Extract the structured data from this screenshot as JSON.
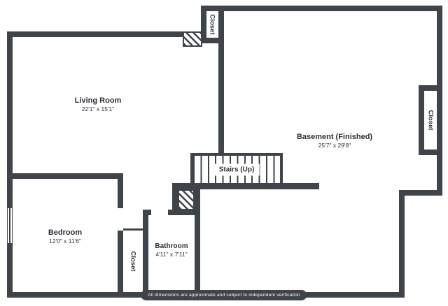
{
  "plan": {
    "rooms": {
      "living_room": {
        "label": "Living Room",
        "dimensions": "22'1\" x 15'1\""
      },
      "basement": {
        "label": "Basement (Finished)",
        "dimensions": "25'7\" x 29'8\""
      },
      "bedroom": {
        "label": "Bedroom",
        "dimensions": "12'0\" x 11'6\""
      },
      "bathroom": {
        "label": "Bathroom",
        "dimensions": "4'11\" x 7'11\""
      },
      "stairs": {
        "label": "Stairs (Up)"
      },
      "closet_top": {
        "label": "Closet"
      },
      "closet_right": {
        "label": "Closet"
      },
      "closet_bottom": {
        "label": "Closet"
      }
    },
    "colors": {
      "wall": "#3f444b",
      "background": "#ffffff",
      "text": "#2c3036"
    },
    "footer": {
      "disclaimer": "All dimensions are approximate and subject to independent verification"
    }
  }
}
